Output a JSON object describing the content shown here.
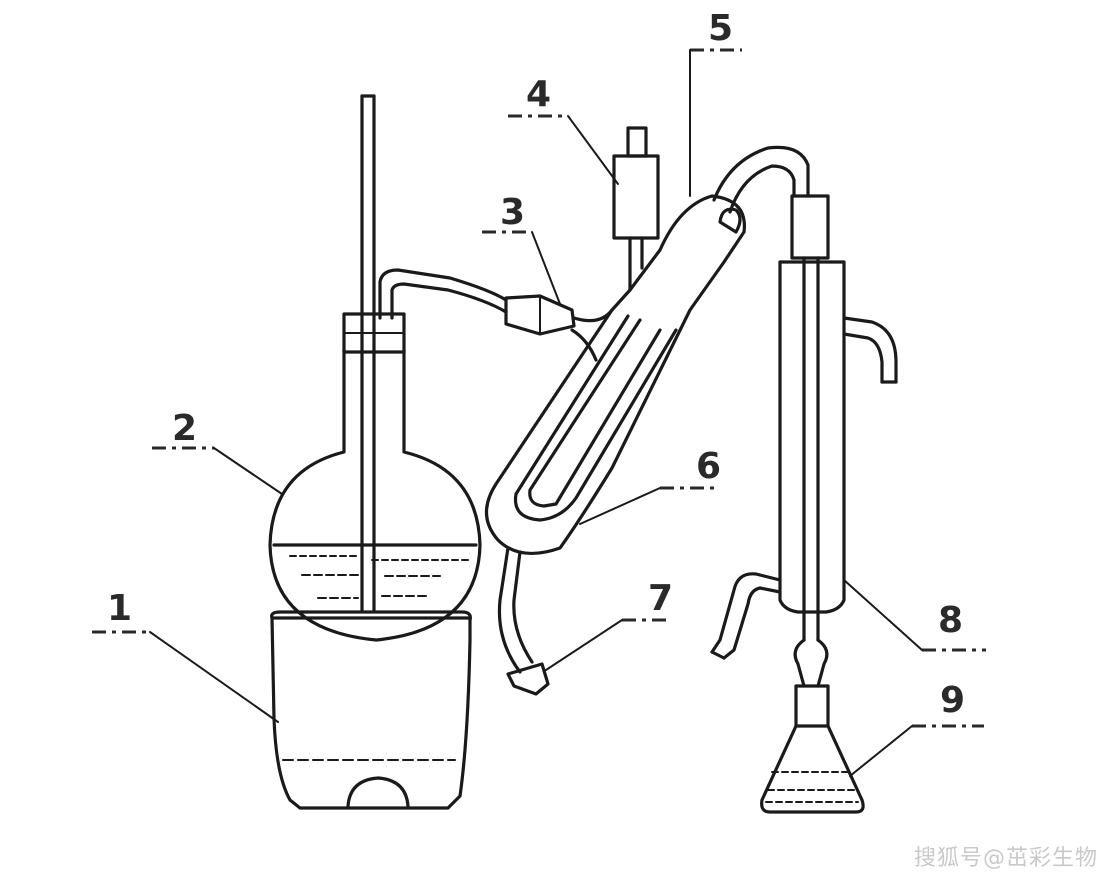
{
  "labels": {
    "l1": "1",
    "l2": "2",
    "l3": "3",
    "l4": "4",
    "l5": "5",
    "l6": "6",
    "l7": "7",
    "l8": "8",
    "l9": "9"
  },
  "watermark": "搜狐号@茁彩生物"
}
